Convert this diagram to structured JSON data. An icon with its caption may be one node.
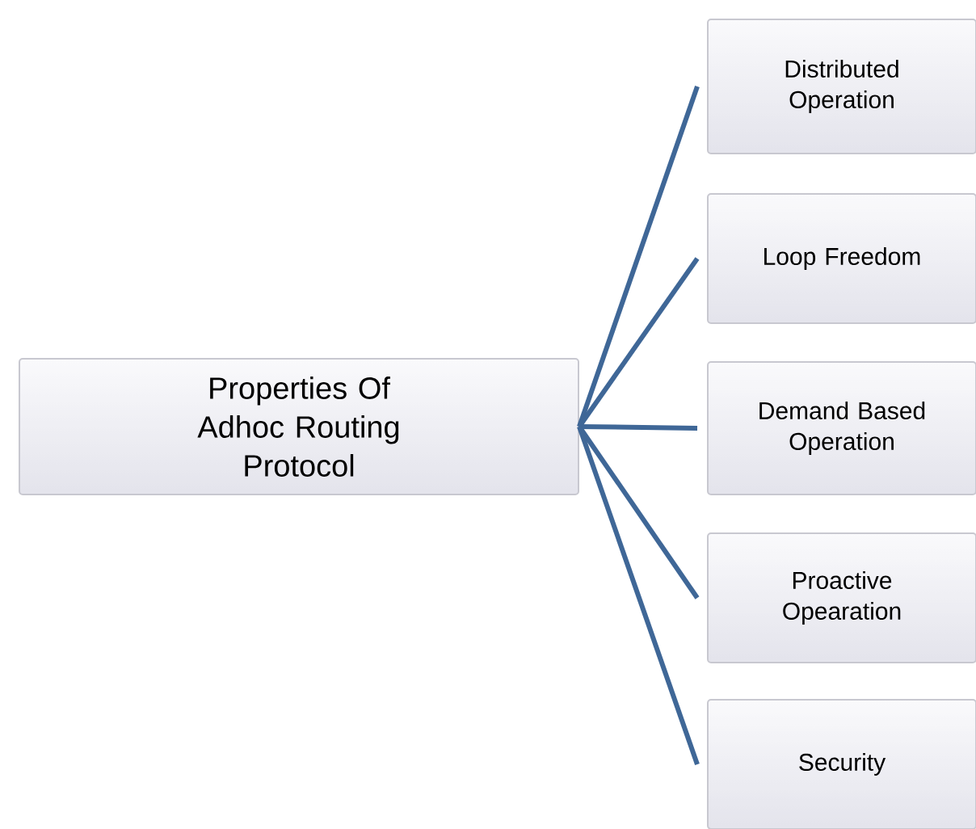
{
  "diagram": {
    "nodes": [
      {
        "text": [
          "Properties Of Adhoc Routing Protocol"
        ]
      },
      {
        "text": [
          "Distributed Operation"
        ]
      },
      {
        "text": [
          "Loop Freedom"
        ]
      },
      {
        "text": [
          "Demand Based Operation"
        ]
      },
      {
        "text": [
          "Proactive Opearation"
        ]
      },
      {
        "text": [
          "Security"
        ]
      }
    ],
    "edges": [
      {
        "from": 0,
        "to": 1,
        "arrow": "none"
      },
      {
        "from": 0,
        "to": 2,
        "arrow": "none"
      },
      {
        "from": 0,
        "to": 3,
        "arrow": "none"
      },
      {
        "from": 0,
        "to": 4,
        "arrow": "none"
      },
      {
        "from": 0,
        "to": 5,
        "arrow": "none"
      }
    ]
  }
}
